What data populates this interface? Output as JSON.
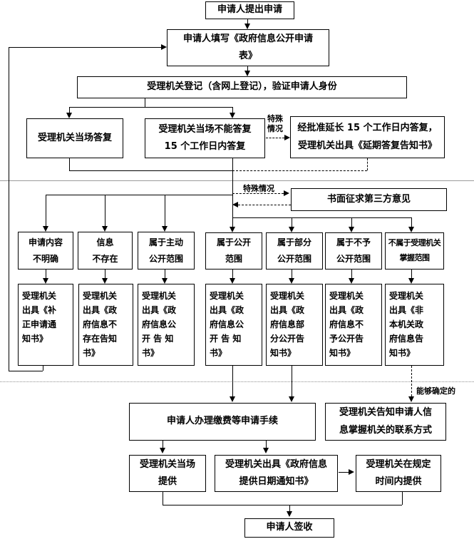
{
  "colors": {
    "line": "#000000",
    "divider": "#9a9a9a",
    "background": "#ffffff"
  },
  "nodes": {
    "submit": {
      "label": "申请人提出申请"
    },
    "fill": {
      "label": "申请人填写《政府信息公开申请\n表》"
    },
    "register": {
      "label": "受理机关登记（含网上登记），验证申请人身份"
    },
    "answer_onspot": {
      "label": "受理机关当场答复"
    },
    "answer_within15": {
      "label": "受理机关当场不能答复\n15 个工作日内答复"
    },
    "extend": {
      "label": "经批准延长 15 个工作日内答复，\n受理机关出具《延期答复告知书》"
    },
    "third_party": {
      "label": "书面征求第三方意见"
    },
    "case_unclear": {
      "label": "申请内容\n不明确"
    },
    "case_not_exist": {
      "label": "信息\n不存在"
    },
    "case_proactive": {
      "label": "属于主动\n公开范围"
    },
    "case_public": {
      "label": "属于公开\n范围"
    },
    "case_partial": {
      "label": "属于部分\n公开范围"
    },
    "case_refuse": {
      "label": "属于不予\n公开范围"
    },
    "case_not_held": {
      "label": "不属于受理机关\n掌握范围"
    },
    "doc_amend": {
      "label": "受理机关\n出具《补\n正申请通\n知书》"
    },
    "doc_not_exist": {
      "label": "受理机关\n出具《政\n府信息不\n存在告知\n书》"
    },
    "doc_proactive": {
      "label": "受理机关\n出具《政\n府信息公\n开 告 知\n书》"
    },
    "doc_public": {
      "label": "受理机关\n出具《政\n府信息公\n开 告 知\n书》"
    },
    "doc_partial": {
      "label": "受理机关\n出具《政\n府信息部\n分公开告\n知书》"
    },
    "doc_refuse": {
      "label": "受理机关\n出具《政\n府信息不\n予公开告\n知书》"
    },
    "doc_not_held": {
      "label": "受理机关\n出具《非\n本机关政\n府信息告\n知书》"
    },
    "fee": {
      "label": "申请人办理缴费等申请手续"
    },
    "contact": {
      "label": "受理机关告知申请人信\n息掌握机关的联系方式"
    },
    "provide_onspot": {
      "label": "受理机关当场\n提供"
    },
    "notice_date": {
      "label": "受理机关出具《政府信息\n提供日期通知书》"
    },
    "provide_within": {
      "label": "受理机关在规定\n时间内提供"
    },
    "sign": {
      "label": "申请人签收"
    }
  },
  "labels": {
    "special_case_top": "特殊\n情况",
    "special_case_mid": "特殊情况",
    "can_determine": "能够确定的"
  }
}
